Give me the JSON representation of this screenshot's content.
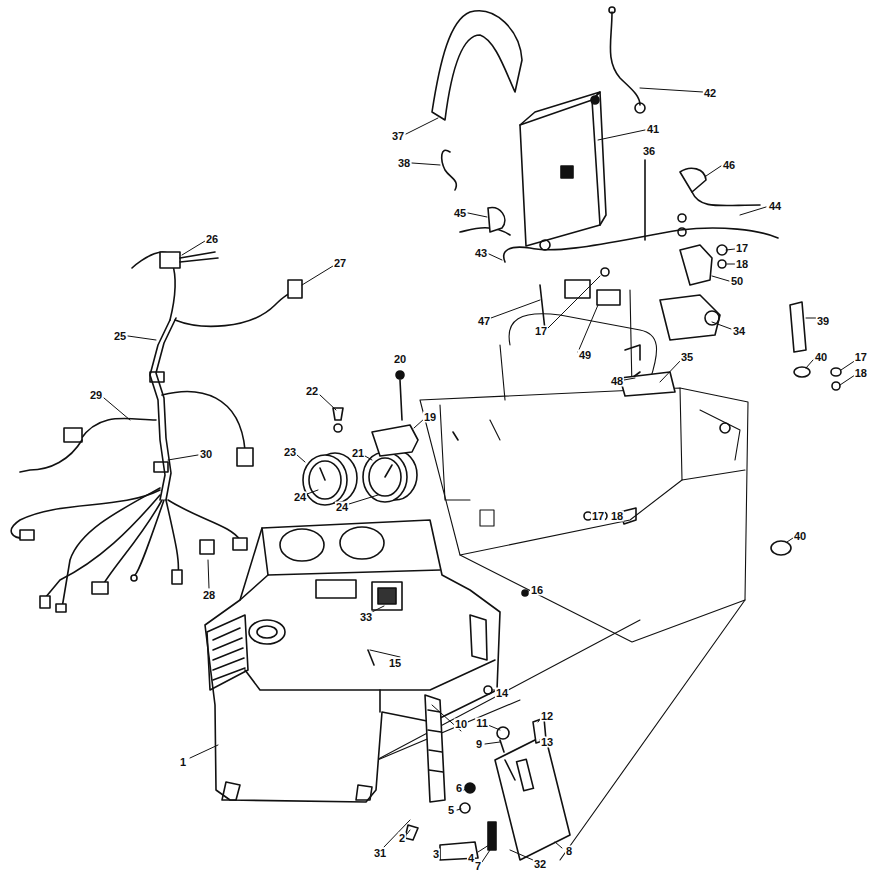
{
  "diagram": {
    "labels": [
      "42",
      "41",
      "37",
      "36",
      "38",
      "46",
      "44",
      "45",
      "26",
      "17",
      "43",
      "27",
      "18",
      "50",
      "39",
      "47",
      "17",
      "34",
      "25",
      "49",
      "35",
      "40",
      "17",
      "20",
      "18",
      "48",
      "22",
      "29",
      "19",
      "23",
      "21",
      "30",
      "24",
      "24",
      "17",
      "18",
      "40",
      "16",
      "28",
      "33",
      "15",
      "14",
      "12",
      "11",
      "10",
      "13",
      "9",
      "1",
      "6",
      "5",
      "2",
      "8",
      "31",
      "3",
      "4",
      "32",
      "7"
    ]
  }
}
